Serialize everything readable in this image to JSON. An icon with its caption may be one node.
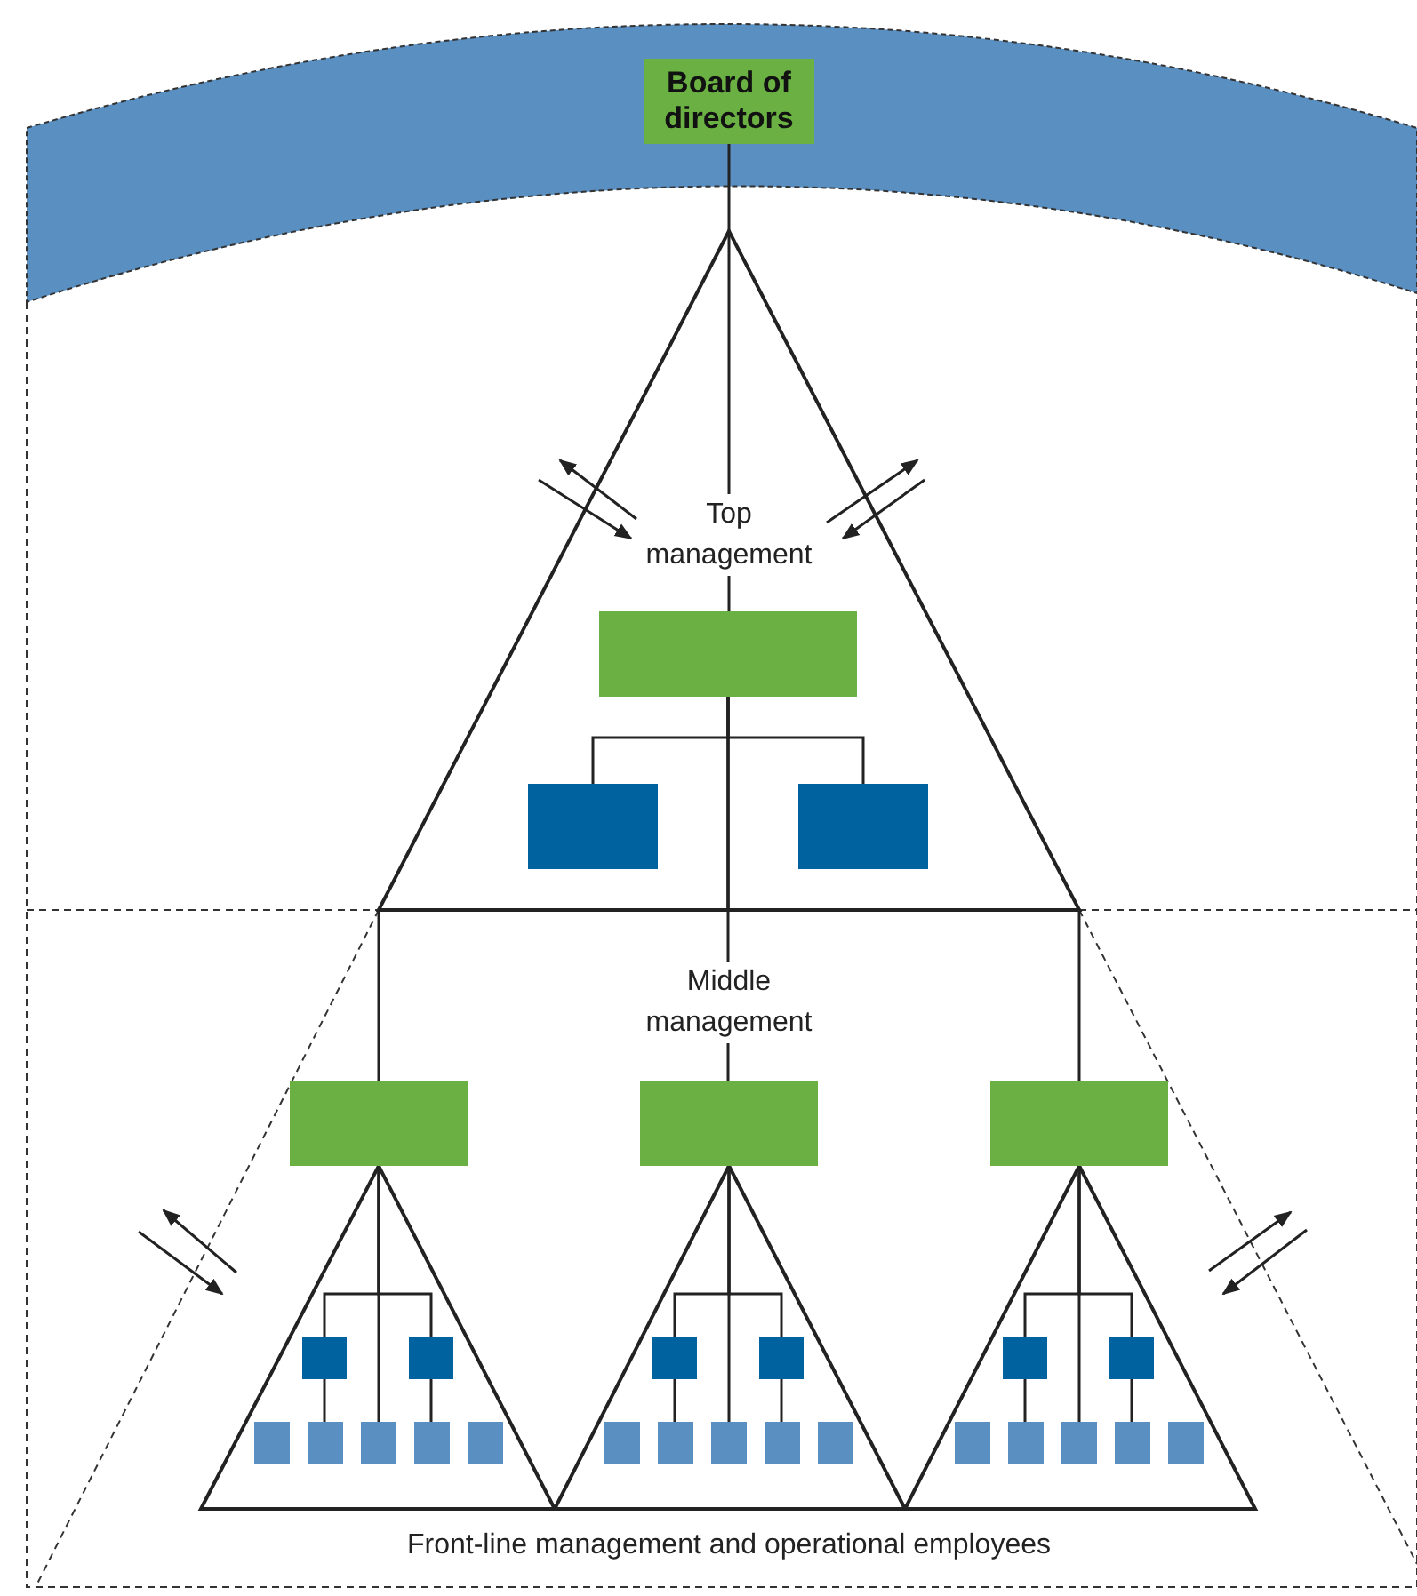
{
  "diagram": {
    "nodes": [
      {
        "text": [
          "Board of directors"
        ]
      },
      {
        "text": [],
        "shape": "box"
      },
      {
        "text": [],
        "shape": "box"
      },
      {
        "text": [],
        "shape": "box"
      },
      {
        "text": [],
        "shape": "box"
      },
      {
        "text": [],
        "shape": "box"
      },
      {
        "text": [],
        "shape": "box"
      },
      {
        "text": [],
        "shape": "box"
      },
      {
        "text": [],
        "shape": "box"
      },
      {
        "text": [],
        "shape": "box"
      },
      {
        "text": [],
        "shape": "box"
      },
      {
        "text": [],
        "shape": "box"
      },
      {
        "text": [],
        "shape": "box"
      },
      {
        "text": [],
        "shape": "box"
      },
      {
        "text": [],
        "shape": "box"
      },
      {
        "text": [],
        "shape": "box"
      },
      {
        "text": [],
        "shape": "box"
      },
      {
        "text": [],
        "shape": "box"
      },
      {
        "text": [],
        "shape": "box"
      },
      {
        "text": [],
        "shape": "box"
      },
      {
        "text": [],
        "shape": "box"
      },
      {
        "text": [],
        "shape": "box"
      },
      {
        "text": [],
        "shape": "box"
      },
      {
        "text": [],
        "shape": "box"
      },
      {
        "text": [],
        "shape": "box"
      },
      {
        "text": [],
        "shape": "box"
      },
      {
        "text": [],
        "shape": "box"
      },
      {
        "text": [],
        "shape": "box"
      }
    ],
    "edges": [
      {
        "from": 0,
        "to": 1,
        "arrow": "none"
      },
      {
        "from": 1,
        "to": 2,
        "arrow": "none"
      },
      {
        "from": 1,
        "to": 3,
        "arrow": "none"
      },
      {
        "from": 1,
        "to": 4,
        "arrow": "none"
      },
      {
        "from": 1,
        "to": 5,
        "arrow": "none"
      },
      {
        "from": 1,
        "to": 6,
        "arrow": "none"
      },
      {
        "from": 4,
        "to": 7,
        "arrow": "none"
      },
      {
        "from": 4,
        "to": 8,
        "arrow": "none"
      },
      {
        "from": 4,
        "to": 11,
        "arrow": "none"
      },
      {
        "from": 7,
        "to": 10,
        "arrow": "none"
      },
      {
        "from": 8,
        "to": 12,
        "arrow": "none"
      },
      {
        "from": 5,
        "to": 14,
        "arrow": "none"
      },
      {
        "from": 5,
        "to": 15,
        "arrow": "none"
      },
      {
        "from": 5,
        "to": 18,
        "arrow": "none"
      },
      {
        "from": 14,
        "to": 17,
        "arrow": "none"
      },
      {
        "from": 15,
        "to": 19,
        "arrow": "none"
      },
      {
        "from": 6,
        "to": 21,
        "arrow": "none"
      },
      {
        "from": 6,
        "to": 22,
        "arrow": "none"
      },
      {
        "from": 6,
        "to": 25,
        "arrow": "none"
      },
      {
        "from": 21,
        "to": 24,
        "arrow": "none"
      },
      {
        "from": 22,
        "to": 26,
        "arrow": "none"
      }
    ],
    "labels": [
      "Top management",
      "Middle management",
      "Front-line management and operational employees"
    ]
  }
}
